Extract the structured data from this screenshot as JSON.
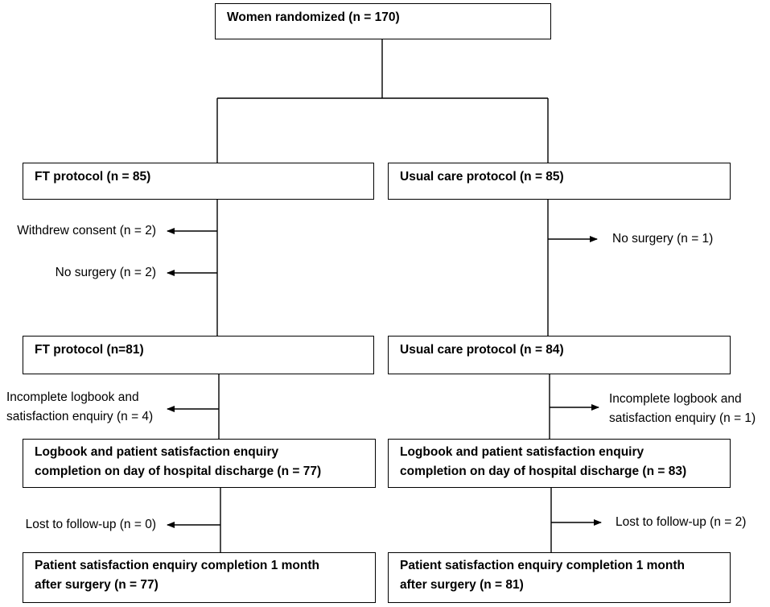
{
  "boxes": {
    "randomized": "Women randomized (n = 170)",
    "ft_protocol": "FT protocol (n = 85)",
    "usual_protocol": "Usual care protocol (n = 85)",
    "ft_protocol_2": "FT protocol (n=81)",
    "usual_protocol_2": "Usual care protocol (n = 84)",
    "ft_logbook_l1": "Logbook and patient satisfaction enquiry",
    "ft_logbook_l2": "completion on day of hospital discharge (n = 77)",
    "usual_logbook_l1": "Logbook and patient satisfaction enquiry",
    "usual_logbook_l2": "completion on day of hospital discharge (n = 83)",
    "ft_final_l1": "Patient satisfaction enquiry completion 1 month",
    "ft_final_l2": "after surgery (n = 77)",
    "usual_final_l1": "Patient satisfaction enquiry completion 1 month",
    "usual_final_l2": "after surgery (n = 81)"
  },
  "exclusions": {
    "ft_withdrew": "Withdrew consent (n = 2)",
    "ft_no_surgery": "No surgery (n = 2)",
    "usual_no_surgery": "No surgery (n = 1)",
    "ft_incomplete_l1": "Incomplete logbook and",
    "ft_incomplete_l2": "satisfaction enquiry (n = 4)",
    "usual_incomplete_l1": "Incomplete logbook and",
    "usual_incomplete_l2": "satisfaction enquiry (n = 1)",
    "ft_lost": "Lost to follow-up (n = 0)",
    "usual_lost": "Lost to follow-up (n = 2)"
  }
}
